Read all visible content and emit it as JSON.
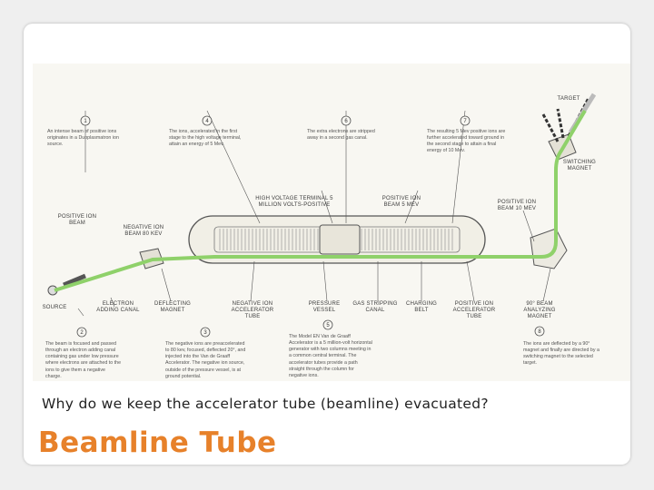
{
  "slide": {
    "question": "Why do we keep the accelerator tube (beamline) evacuated?",
    "title": "Beamline Tube",
    "title_color": "#e7812a"
  },
  "diagram": {
    "beam_color": "#8fd16a",
    "labels": {
      "target": "TARGET",
      "switching_magnet": "SWITCHING MAGNET",
      "hv_terminal": "HIGH VOLTAGE TERMINAL 5 MILLION VOLTS-POSITIVE",
      "positive_ion_5": "POSITIVE ION BEAM 5 Mev",
      "positive_ion_10": "POSITIVE ION BEAM 10 Mev",
      "positive_ion_beam": "POSITIVE ION BEAM",
      "negative_ion_beam": "NEGATIVE ION BEAM 80 Kev",
      "source": "SOURCE",
      "electron_canal": "ELECTRON ADDING CANAL",
      "deflecting_magnet": "DEFLECTING MAGNET",
      "neg_accel_tube": "NEGATIVE ION ACCELERATOR TUBE",
      "pressure_vessel": "PRESSURE VESSEL",
      "gas_stripping": "GAS STRIPPING CANAL",
      "charging_belt": "CHARGING BELT",
      "pos_accel_tube": "POSITIVE ION ACCELERATOR TUBE",
      "analyzing_magnet": "90° BEAM ANALYZING MAGNET"
    },
    "steps": [
      "1",
      "2",
      "3",
      "4",
      "5",
      "6",
      "7",
      "8"
    ],
    "notes": {
      "n1": "An intense beam of positive ions originates in a Duoplasmatron ion source.",
      "n4": "The ions, accelerated in the first stage to the high voltage terminal, attain an energy of 5 Mev.",
      "n6": "The extra electrons are stripped away in a second gas canal.",
      "n7": "The resulting 5 Mev positive ions are further accelerated toward ground in the second stage to attain a final energy of 10 Mev.",
      "n2": "The beam is focused and passed through an electron adding canal containing gas under low pressure where electrons are attached to the ions to give them a negative charge.",
      "n3": "The negative ions are preaccelerated to 80 kev, focused, deflected 20°, and injected into the Van de Graaff Accelerator. The negative ion source, outside of the pressure vessel, is at ground potential.",
      "n5": "The Model EN Van de Graaff Accelerator is a 5 million-volt horizontal generator with two columns meeting in a common central terminal. The accelerator tubes provide a path straight through the column for negative ions.",
      "n8": "The ions are deflected by a 90° magnet and finally are directed by a switching magnet to the selected target."
    }
  }
}
